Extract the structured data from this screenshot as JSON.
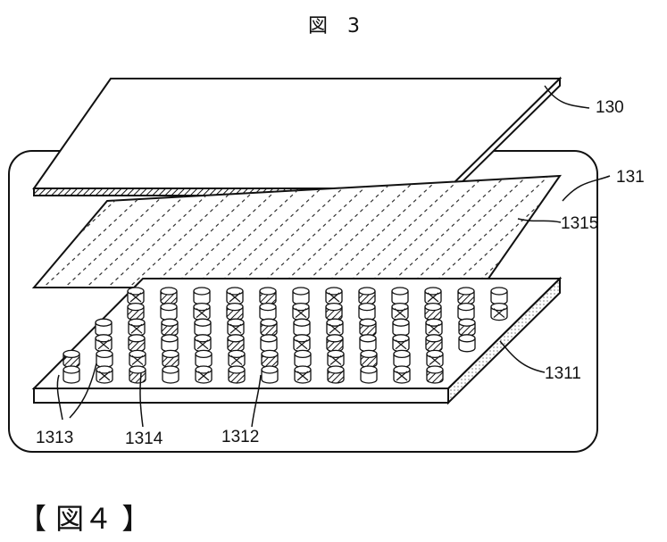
{
  "figure": {
    "title": "図　3",
    "labels": {
      "cover": "130",
      "device": "131",
      "layer_dashed": "1315",
      "substrate": "1311",
      "elem_a": "1313",
      "elem_b": "1314",
      "elem_c": "1312"
    }
  },
  "next_heading": "【 図４ 】"
}
